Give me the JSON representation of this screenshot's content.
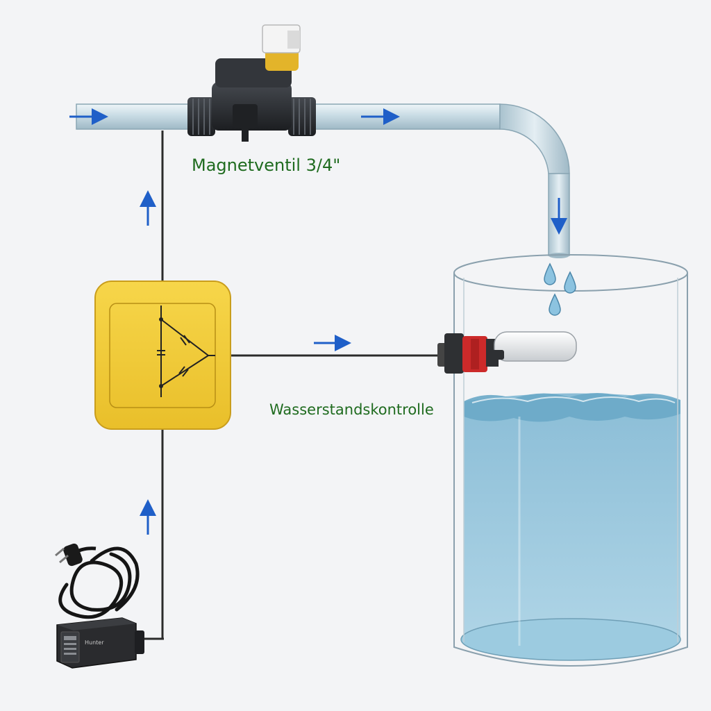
{
  "labels": {
    "valve": "Magnetventil 3/4\"",
    "sensor": "Wasserstandskontrolle"
  },
  "adapter": {
    "brand": "Hunter"
  },
  "colors": {
    "label_text": "#1f6b1f",
    "arrow": "#1f5fc8",
    "controller": "#f2cc3a",
    "water": "#8fc3dc",
    "pipe": "#cfe0e8",
    "valve_body": "#2a2d31",
    "sensor_red": "#cc2a2a"
  },
  "icons": {
    "controller": "relay-controller-icon",
    "valve": "solenoid-valve-icon",
    "float_switch": "float-switch-icon",
    "adapter": "power-adapter-icon",
    "plug": "power-plug-icon",
    "droplet": "water-drop-icon"
  }
}
